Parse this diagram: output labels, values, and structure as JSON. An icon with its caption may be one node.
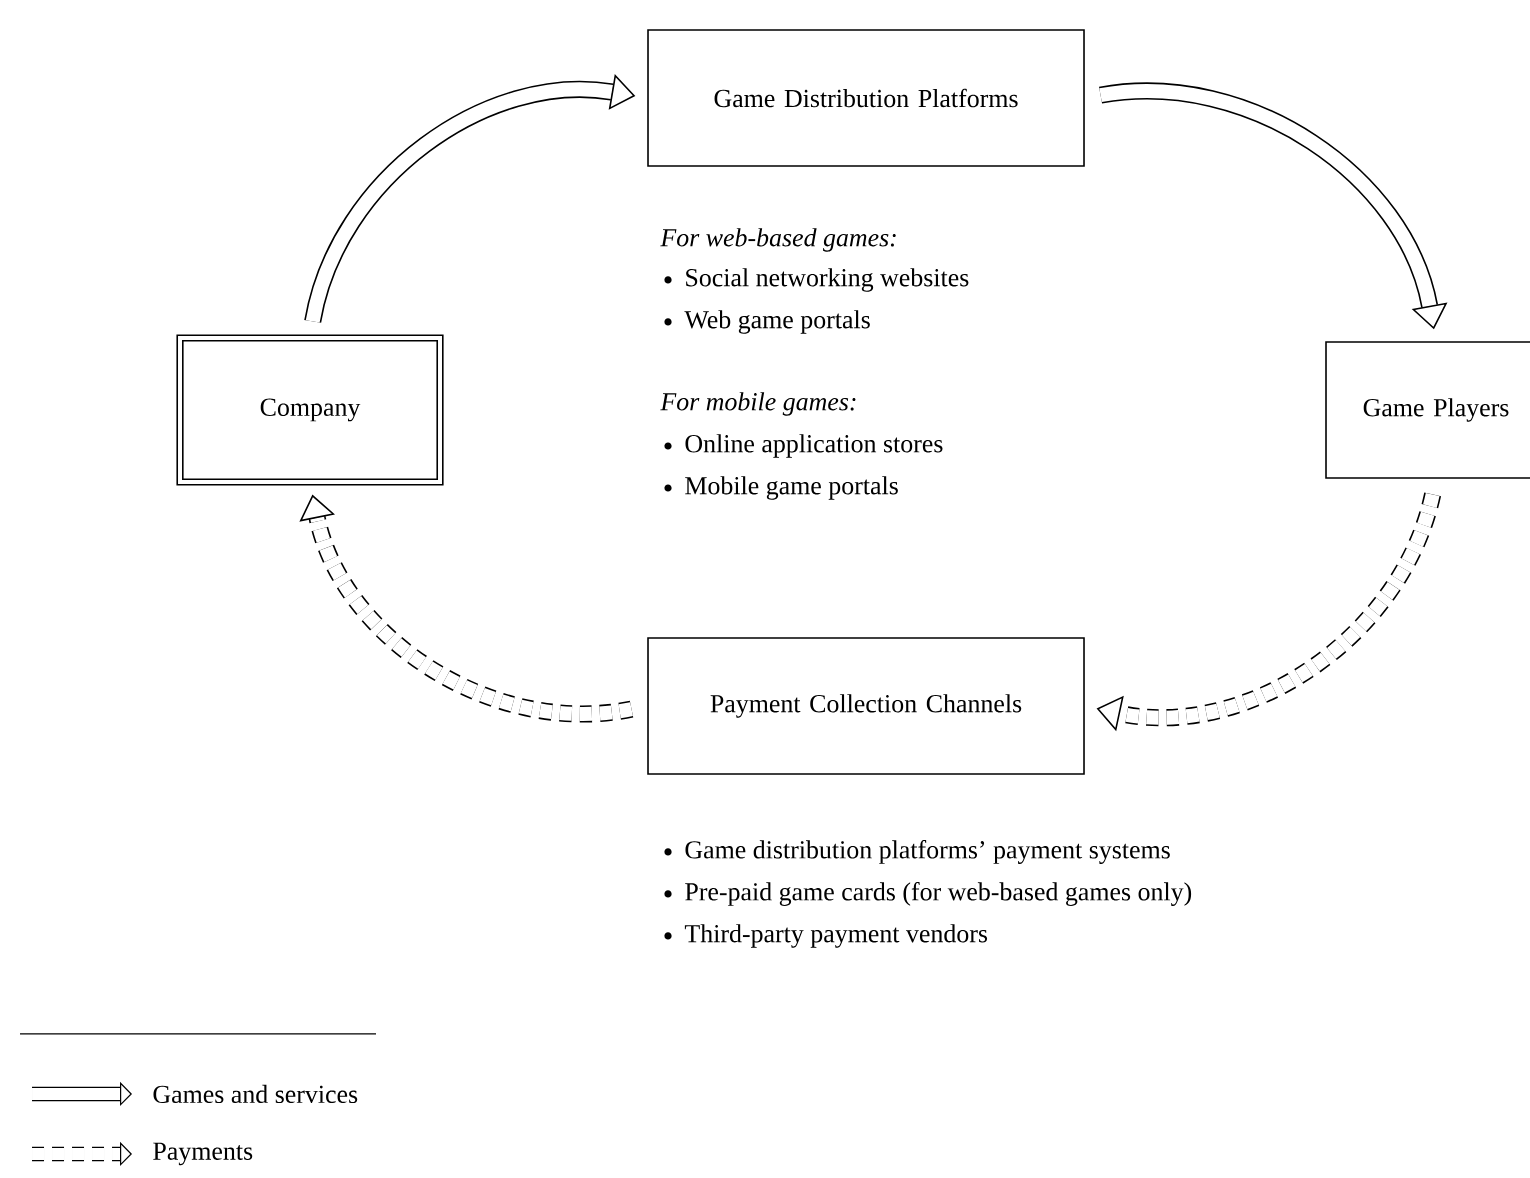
{
  "diagram": {
    "nodes": [
      {
        "text": [
          "Company"
        ]
      },
      {
        "text": [
          "Game Distribution Platforms"
        ],
        "beside": [
          "For web-based games:",
          "Social networking websites",
          "Web game portals",
          "For mobile games:",
          "Online application stores",
          "Mobile game portals"
        ]
      },
      {
        "text": [
          "Game Players"
        ]
      },
      {
        "text": [
          "Payment Collection Channels"
        ],
        "beside": [
          "Game distribution platforms’ payment systems",
          "Pre-paid game cards (for web-based games only)",
          "Third-party payment vendors"
        ]
      }
    ],
    "edges": [
      {
        "from": 0,
        "to": 1,
        "arrow": "to"
      },
      {
        "from": 1,
        "to": 2,
        "arrow": "to"
      },
      {
        "from": 2,
        "to": 3,
        "arrow": "to",
        "style": "dashed"
      },
      {
        "from": 3,
        "to": 0,
        "arrow": "to",
        "style": "dashed"
      }
    ],
    "legend": [
      {
        "text": "Games and services"
      },
      {
        "text": "Payments"
      }
    ]
  }
}
